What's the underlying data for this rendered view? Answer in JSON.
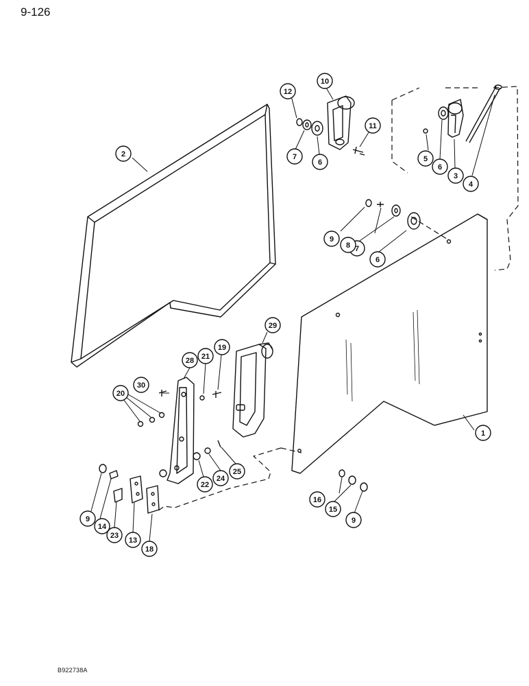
{
  "page_number": "9-126",
  "drawing_id": "B922738A",
  "callouts": [
    {
      "label": "1"
    },
    {
      "label": "2"
    },
    {
      "label": "3"
    },
    {
      "label": "4"
    },
    {
      "label": "5"
    },
    {
      "label": "6"
    },
    {
      "label": "6"
    },
    {
      "label": "6"
    },
    {
      "label": "7"
    },
    {
      "label": "7"
    },
    {
      "label": "8"
    },
    {
      "label": "9"
    },
    {
      "label": "9"
    },
    {
      "label": "9"
    },
    {
      "label": "10"
    },
    {
      "label": "11"
    },
    {
      "label": "12"
    },
    {
      "label": "13"
    },
    {
      "label": "14"
    },
    {
      "label": "15"
    },
    {
      "label": "16"
    },
    {
      "label": "18"
    },
    {
      "label": "19"
    },
    {
      "label": "20"
    },
    {
      "label": "21"
    },
    {
      "label": "22"
    },
    {
      "label": "23"
    },
    {
      "label": "24"
    },
    {
      "label": "25"
    },
    {
      "label": "28"
    },
    {
      "label": "29"
    },
    {
      "label": "30"
    }
  ]
}
